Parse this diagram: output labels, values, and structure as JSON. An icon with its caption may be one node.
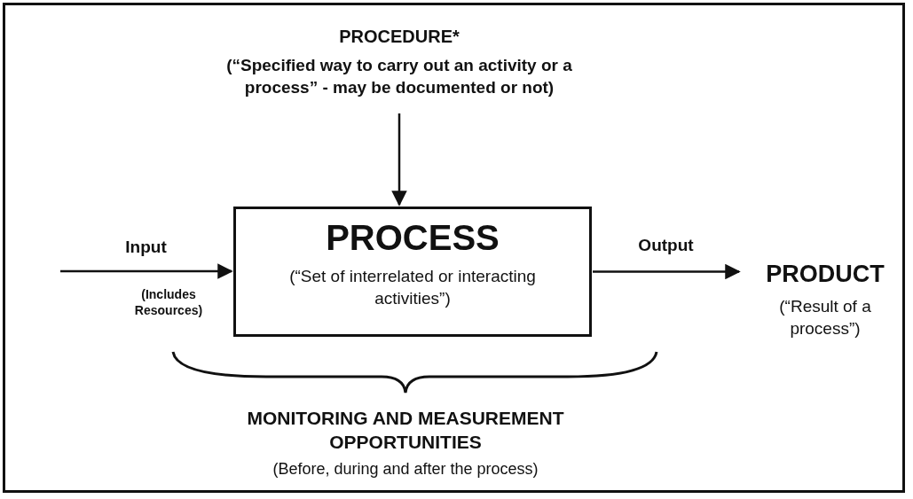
{
  "diagram": {
    "nodes": [
      {
        "text": [
          "PROCEDURE*",
          "(“Specified way to carry out an activity or a process” - may be documented or not)"
        ]
      },
      {
        "text": [
          "PROCESS",
          "(“Set of interrelated or interacting activities”)"
        ]
      },
      {
        "text": [
          "PRODUCT",
          "(“Result of a process”)"
        ]
      }
    ],
    "edges": [
      {
        "from": 0,
        "to": 1,
        "arrow": "to"
      },
      {
        "from": null,
        "to": 1,
        "arrow": "to",
        "label": "Input"
      },
      {
        "from": 1,
        "to": 2,
        "arrow": "to",
        "label": "Output"
      }
    ],
    "labels": [
      "(Includes Resources)",
      "MONITORING AND MEASUREMENT OPPORTUNITIES",
      "(Before, during and after the process)"
    ]
  }
}
